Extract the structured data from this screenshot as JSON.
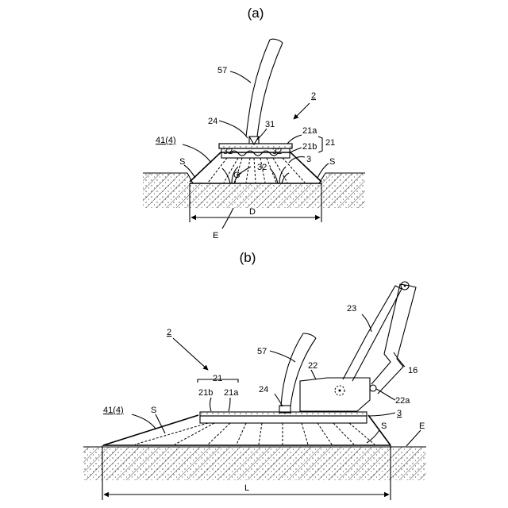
{
  "fig_a": {
    "caption": "(a)",
    "labels": {
      "l57": "57",
      "l2": "2",
      "l24": "24",
      "l31": "31",
      "l21a": "21a",
      "l21": "21",
      "l21b": "21b",
      "l41": "41(4)",
      "l3": "3",
      "lS_left": "S",
      "lS_right": "S",
      "l32_left": "32",
      "l32_right": "32",
      "l32_mid": "32",
      "lG": "G",
      "lD": "D",
      "lE": "E"
    }
  },
  "fig_b": {
    "caption": "(b)",
    "labels": {
      "l23": "23",
      "l2": "2",
      "l57": "57",
      "l16": "16",
      "l21": "21",
      "l21b": "21b",
      "l21a": "21a",
      "l22": "22",
      "l24": "24",
      "l22a": "22a",
      "l41": "41(4)",
      "lS_left": "S",
      "l3": "3",
      "lS_right": "S",
      "lE": "E",
      "lL": "L"
    }
  }
}
